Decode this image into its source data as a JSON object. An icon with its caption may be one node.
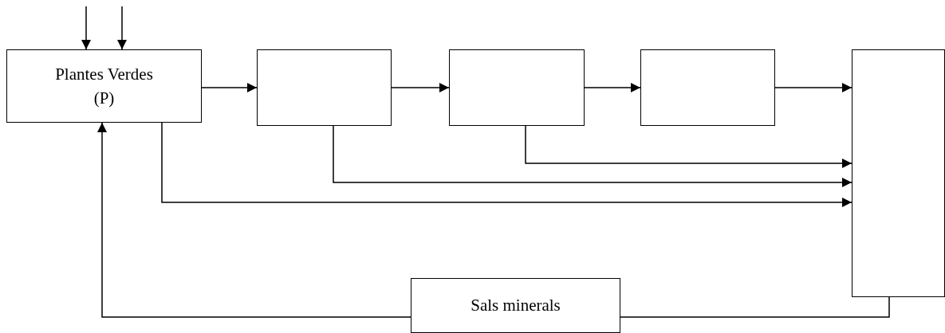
{
  "diagram": {
    "nodes": [
      {
        "text": [
          "Plantes Verdes (P)"
        ]
      },
      {
        "text": [],
        "shape": "box"
      },
      {
        "text": [],
        "shape": "box"
      },
      {
        "text": [],
        "shape": "box"
      },
      {
        "text": [],
        "shape": "box"
      },
      {
        "text": [
          "Sals minerals"
        ]
      }
    ],
    "edges": [
      {
        "from": null,
        "to": 0,
        "arrow": "to"
      },
      {
        "from": null,
        "to": 0,
        "arrow": "to"
      },
      {
        "from": 0,
        "to": 1,
        "arrow": "to"
      },
      {
        "from": 1,
        "to": 2,
        "arrow": "to"
      },
      {
        "from": 2,
        "to": 3,
        "arrow": "to"
      },
      {
        "from": 3,
        "to": 4,
        "arrow": "to"
      },
      {
        "from": 2,
        "to": 4,
        "arrow": "to"
      },
      {
        "from": 1,
        "to": 4,
        "arrow": "to"
      },
      {
        "from": 0,
        "to": 4,
        "arrow": "to"
      },
      {
        "from": 4,
        "to": 5,
        "arrow": "none"
      },
      {
        "from": 5,
        "to": 0,
        "arrow": "to"
      }
    ]
  }
}
